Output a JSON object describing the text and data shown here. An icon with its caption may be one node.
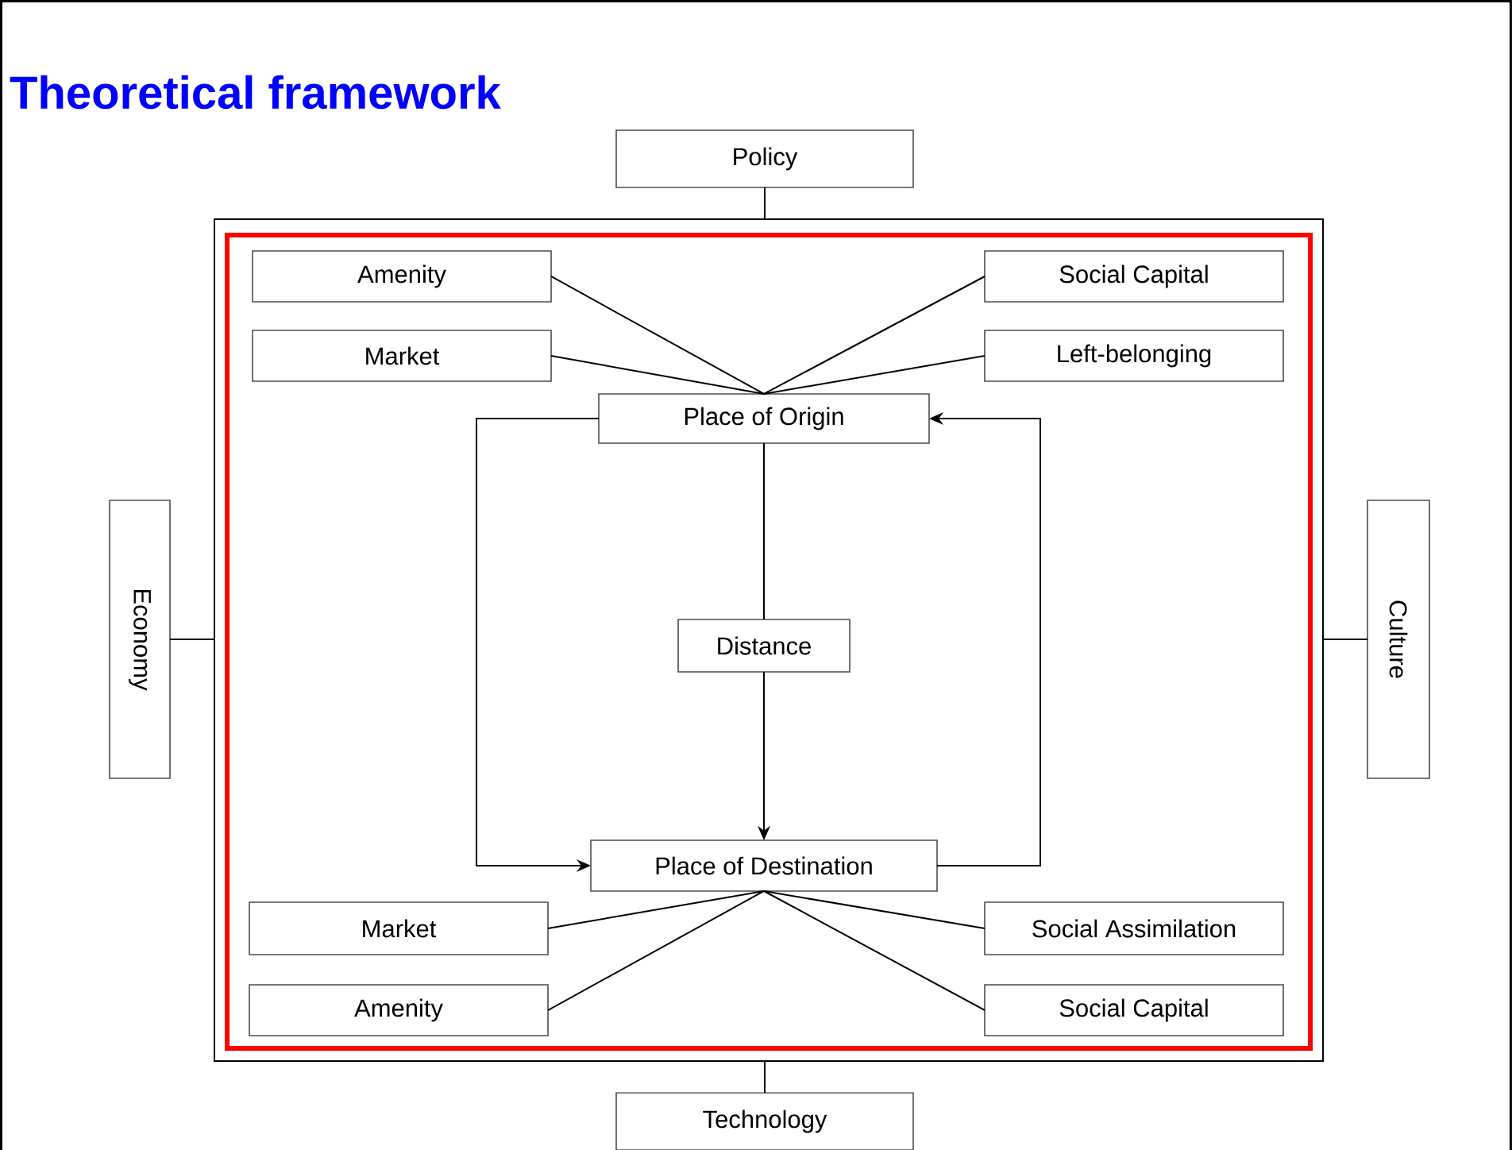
{
  "diagram": {
    "title": "Theoretical framework",
    "nodes": [
      {
        "text": [
          "Policy"
        ]
      },
      {
        "text": [],
        "shape": "box"
      },
      {
        "text": [],
        "shape": "box",
        "in": 1
      },
      {
        "text": [
          "Amenity"
        ],
        "in": 2
      },
      {
        "text": [
          "Social Capital"
        ],
        "in": 2
      },
      {
        "text": [
          "Market"
        ],
        "in": 2
      },
      {
        "text": [
          "Left-belonging"
        ],
        "in": 2
      },
      {
        "text": [
          "Place of Origin"
        ],
        "in": 2
      },
      {
        "text": [
          "Economy"
        ]
      },
      {
        "text": [
          "Distance"
        ],
        "in": 2
      },
      {
        "text": [
          "Culture"
        ]
      },
      {
        "text": [
          "Place of Destination"
        ],
        "in": 2
      },
      {
        "text": [
          "Market"
        ],
        "in": 2
      },
      {
        "text": [
          "Social Assimilation"
        ],
        "in": 2
      },
      {
        "text": [
          "Amenity"
        ],
        "in": 2
      },
      {
        "text": [
          "Social Capital"
        ],
        "in": 2
      },
      {
        "text": [
          "Technology"
        ]
      }
    ],
    "edges": [
      {
        "from": 0,
        "to": 1,
        "arrow": "none"
      },
      {
        "from": 8,
        "to": 1,
        "arrow": "none"
      },
      {
        "from": 10,
        "to": 1,
        "arrow": "none"
      },
      {
        "from": 16,
        "to": 1,
        "arrow": "none"
      },
      {
        "from": 3,
        "to": 7,
        "arrow": "none"
      },
      {
        "from": 5,
        "to": 7,
        "arrow": "none"
      },
      {
        "from": 4,
        "to": 7,
        "arrow": "none"
      },
      {
        "from": 6,
        "to": 7,
        "arrow": "none"
      },
      {
        "from": 7,
        "to": 11,
        "arrow": "to"
      },
      {
        "from": 11,
        "to": 7,
        "arrow": "to"
      },
      {
        "from": 7,
        "to": 9,
        "arrow": "none"
      },
      {
        "from": 9,
        "to": 11,
        "arrow": "to"
      },
      {
        "from": 11,
        "to": 12,
        "arrow": "none"
      },
      {
        "from": 11,
        "to": 14,
        "arrow": "none"
      },
      {
        "from": 11,
        "to": 13,
        "arrow": "none"
      },
      {
        "from": 11,
        "to": 15,
        "arrow": "none"
      }
    ]
  }
}
